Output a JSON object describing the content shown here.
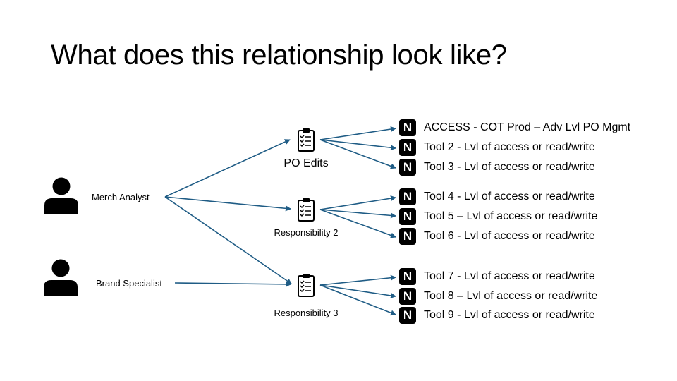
{
  "title": "What does this relationship look like?",
  "roles": [
    {
      "label": "Merch Analyst",
      "icon": "person-icon"
    },
    {
      "label": "Brand Specialist",
      "icon": "person-icon"
    }
  ],
  "responsibilities": [
    {
      "label": "PO Edits",
      "icon": "clipboard-checklist-icon"
    },
    {
      "label": "Responsibility 2",
      "icon": "clipboard-checklist-icon"
    },
    {
      "label": "Responsibility 3",
      "icon": "clipboard-checklist-icon"
    }
  ],
  "tool_badge": "N",
  "tools": [
    {
      "label": "ACCESS - COT Prod – Adv Lvl PO Mgmt"
    },
    {
      "label": "Tool 2 - Lvl of access or read/write"
    },
    {
      "label": "Tool 3 - Lvl of access or read/write"
    },
    {
      "label": "Tool 4 - Lvl of access or read/write"
    },
    {
      "label": "Tool 5 – Lvl of access or read/write"
    },
    {
      "label": "Tool 6 - Lvl of access or read/write"
    },
    {
      "label": "Tool 7 - Lvl of access or read/write"
    },
    {
      "label": "Tool 8 – Lvl of access or read/write"
    },
    {
      "label": "Tool 9 - Lvl of access or read/write"
    }
  ],
  "colors": {
    "arrow": "#1f5c85",
    "icon": "#000000",
    "text": "#000000",
    "background": "#ffffff"
  }
}
